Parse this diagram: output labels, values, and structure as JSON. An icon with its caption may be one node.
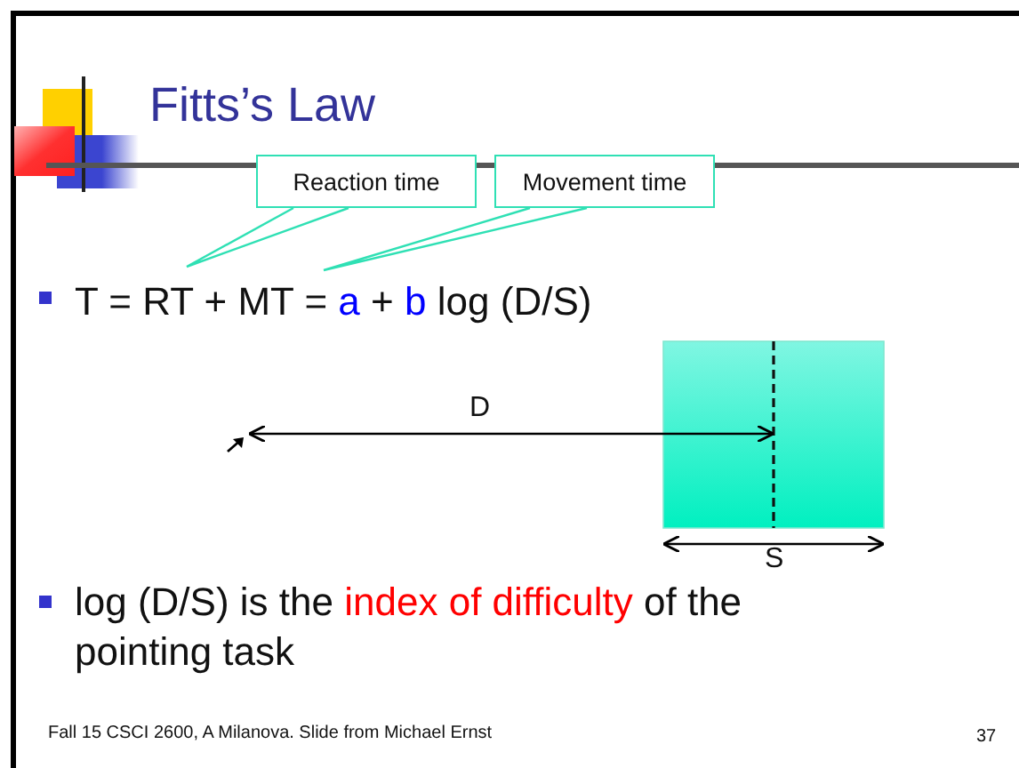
{
  "diagram": {
    "title": "Fitts’s Law",
    "nodes": [
      {
        "text": [
          "Reaction time"
        ]
      },
      {
        "text": [
          "Movement time"
        ]
      }
    ],
    "edges": [
      {
        "from": 0,
        "to": null,
        "arrow": "none"
      },
      {
        "from": 1,
        "to": null,
        "arrow": "none"
      }
    ],
    "labels": [
      "T = RT + MT =",
      "a",
      "+",
      "b",
      "log (D/S)",
      "D",
      "S",
      "log (D/S) is the",
      "index of difficulty",
      "of the pointing task",
      "Fall 15 CSCI 2600, A Milanova. Slide from Michael Ernst",
      "37"
    ]
  }
}
